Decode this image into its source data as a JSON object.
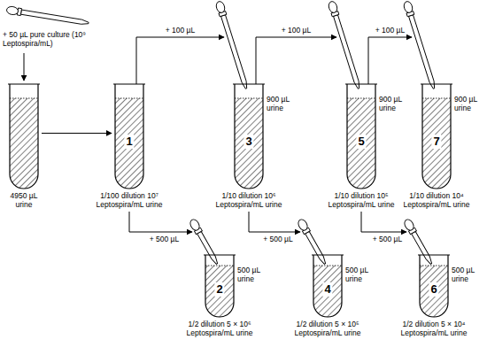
{
  "diagram": {
    "nodes": [
      {
        "text": [
          "4950 µL urine"
        ]
      },
      {
        "text": [
          "1",
          "1/100 dilution 10⁷ Leptospira/mL urine"
        ]
      },
      {
        "text": [
          "3",
          "900 µL urine",
          "1/10 dilution 10⁶ Leptospira/mL urine"
        ]
      },
      {
        "text": [
          "5",
          "900 µL urine",
          "1/10 dilution 10⁵ Leptospira/mL urine"
        ]
      },
      {
        "text": [
          "7",
          "900 µL urine",
          "1/10 dilution 10⁴ Leptospira/mL urine"
        ]
      },
      {
        "text": [
          "2",
          "500 µL urine",
          "1/2 dilution 5 × 10⁶ Leptospira/mL urine"
        ]
      },
      {
        "text": [
          "4",
          "500 µL urine",
          "1/2 dilution 5 × 10⁵ Leptospira/mL urine"
        ]
      },
      {
        "text": [
          "6",
          "500 µL urine",
          "1/2 dilution 5 × 10⁴ Leptospira/mL urine"
        ]
      }
    ],
    "edges": [
      {
        "from": 0,
        "to": 1,
        "arrow": "to"
      },
      {
        "from": 1,
        "to": 2,
        "label": "+ 100 µL",
        "arrow": "to"
      },
      {
        "from": 2,
        "to": 3,
        "label": "+ 100 µL",
        "arrow": "to"
      },
      {
        "from": 3,
        "to": 4,
        "label": "+ 100 µL",
        "arrow": "to"
      },
      {
        "from": 1,
        "to": 5,
        "label": "+ 500 µL",
        "arrow": "to"
      },
      {
        "from": 2,
        "to": 6,
        "label": "+ 500 µL",
        "arrow": "to"
      },
      {
        "from": 3,
        "to": 7,
        "label": "+ 500 µL",
        "arrow": "to"
      }
    ],
    "labels": [
      "+ 50 µL pure culture (10⁹ Leptospira/mL)"
    ]
  }
}
